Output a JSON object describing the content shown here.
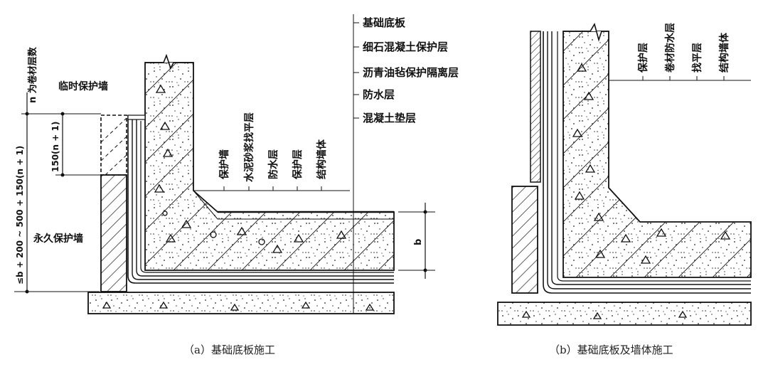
{
  "panel_a": {
    "caption": "（a）基础底板施工",
    "right_labels": [
      "基础底板",
      "细石混凝土保护层",
      "沥青油毡保护隔离层",
      "防水层",
      "混凝土垫层"
    ],
    "vertical_labels": [
      "保护墙",
      "水泥砂浆找平层",
      "防水层",
      "保护层",
      "结构墙体"
    ],
    "left_labels": {
      "temp_wall": "临时保护墙",
      "perm_wall": "永久保护墙",
      "n_note": "n 为卷材层数",
      "dim_total": "≤b + 200 ~ 500 + 150(n + 1)",
      "dim_150": "150(n + 1)",
      "dim_b": "b"
    }
  },
  "panel_b": {
    "caption": "（b）基础底板及墙体施工",
    "top_labels": [
      "保护层",
      "卷材防水层",
      "找平层",
      "结构墙体"
    ]
  },
  "colors": {
    "ink": "#111111",
    "paper": "#ffffff",
    "caption": "#222222"
  }
}
